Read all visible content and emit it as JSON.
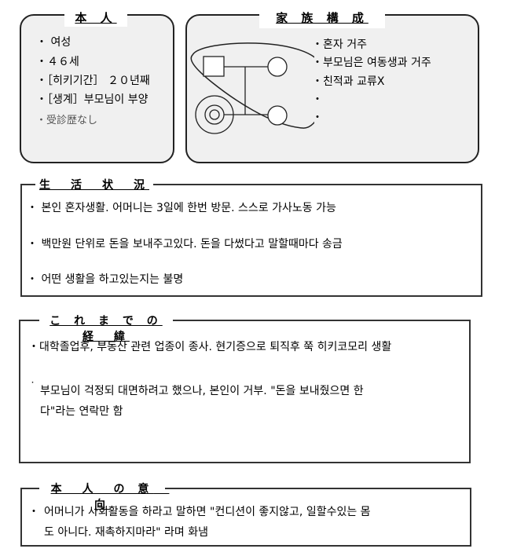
{
  "person": {
    "title": "本 人",
    "items": [
      "・ 여성",
      "・４６세",
      "・［히키기간］ ２０년째",
      "・［생계］부모님이 부양",
      "・受診歴なし"
    ]
  },
  "family": {
    "title": "家 族 構 成",
    "items": [
      "・혼자 거주",
      "・부모님은 여동생과 거주",
      "・친적과 교류X",
      "・",
      "・"
    ]
  },
  "life": {
    "title": "生　活　状　況",
    "items": [
      "・ 본인 혼자생활. 어머니는 3일에 한번 방문. 스스로 가사노동 가능",
      "・ 백만원 단위로 돈을 보내주고있다. 돈을 다썼다고 말할때마다 송금",
      "・ 어떤 생활을 하고있는지는 불명"
    ]
  },
  "history": {
    "title": "こ れ ま で の 経　緯",
    "items": [
      "・대학졸업후, 부동산 관련 업종이 종사. 현기증으로 퇴직후 쭉 히키코모리 생활",
      "˙",
      "부모님이 걱정되 대면하려고 했으나, 본인이 거부. \"돈을 보내줬으면 한",
      "다\"라는 연락만 함"
    ]
  },
  "intent": {
    "title": "本　人　の 意　向",
    "items": [
      "・",
      "어머니가 사회활동을 하라고 말하면 \"컨디션이 좋지않고, 일할수있는 몸",
      "도 아니다. 재촉하지마라\" 라며 화냄"
    ]
  }
}
